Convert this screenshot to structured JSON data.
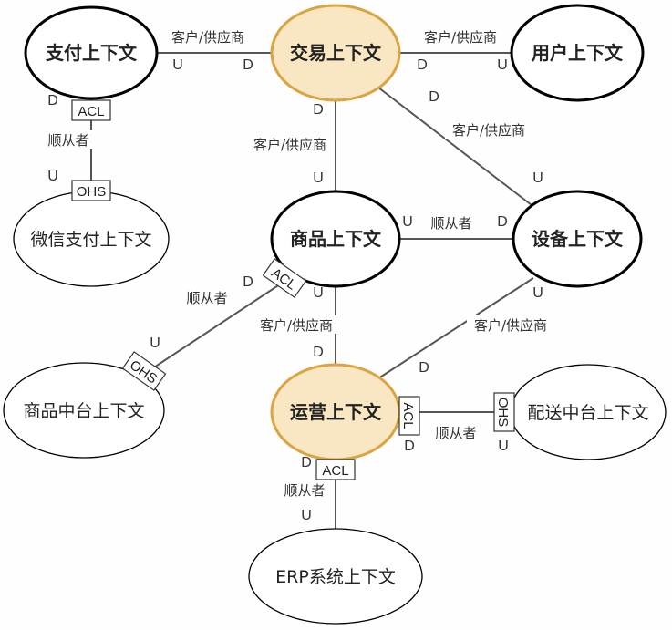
{
  "colors": {
    "line": "#555555",
    "node_stroke": "#000000",
    "core_fill": "#f9e6c2",
    "core_stroke": "#d9a441",
    "text": "#222222"
  },
  "nodes": {
    "zhifu": {
      "label": "支付上下文",
      "bold": true,
      "core": false,
      "thick": true
    },
    "jiaoyi": {
      "label": "交易上下文",
      "bold": true,
      "core": true,
      "thick": true
    },
    "yonghu": {
      "label": "用户上下文",
      "bold": true,
      "core": false,
      "thick": true
    },
    "weixin": {
      "label": "微信支付上下文",
      "bold": false,
      "core": false,
      "thick": false
    },
    "shangpin": {
      "label": "商品上下文",
      "bold": true,
      "core": false,
      "thick": true
    },
    "shebei": {
      "label": "设备上下文",
      "bold": true,
      "core": false,
      "thick": true
    },
    "zhongtai": {
      "label": "商品中台上下文",
      "bold": false,
      "core": false,
      "thick": false
    },
    "yunying": {
      "label": "运营上下文",
      "bold": true,
      "core": true,
      "thick": true
    },
    "peisong": {
      "label": "配送中台上下文",
      "bold": false,
      "core": false,
      "thick": false
    },
    "erp": {
      "label": "ERP系统上下文",
      "bold": false,
      "core": false,
      "thick": false
    }
  },
  "edges": [
    {
      "from": "zhifu",
      "to": "jiaoyi",
      "label": "客户/供应商"
    },
    {
      "from": "jiaoyi",
      "to": "yonghu",
      "label": "客户/供应商"
    },
    {
      "from": "jiaoyi",
      "to": "shangpin",
      "label": "客户/供应商"
    },
    {
      "from": "jiaoyi",
      "to": "shebei",
      "label": "客户/供应商"
    },
    {
      "from": "shangpin",
      "to": "shebei",
      "label": "顺从者"
    },
    {
      "from": "zhifu",
      "to": "weixin",
      "label": "顺从者"
    },
    {
      "from": "shangpin",
      "to": "zhongtai",
      "label": "顺从者"
    },
    {
      "from": "shangpin",
      "to": "yunying",
      "label": "客户/供应商"
    },
    {
      "from": "shebei",
      "to": "yunying",
      "label": "客户/供应商"
    },
    {
      "from": "yunying",
      "to": "peisong",
      "label": "顺从者"
    },
    {
      "from": "yunying",
      "to": "erp",
      "label": "顺从者"
    }
  ],
  "markers": [
    {
      "text": "U"
    },
    {
      "text": "D"
    },
    {
      "text": "D"
    },
    {
      "text": "U"
    },
    {
      "text": "D"
    },
    {
      "text": "U"
    },
    {
      "text": "D"
    },
    {
      "text": "U"
    },
    {
      "text": "U"
    },
    {
      "text": "D"
    },
    {
      "text": "D"
    },
    {
      "text": "U"
    },
    {
      "text": "D"
    },
    {
      "text": "U"
    },
    {
      "text": "U"
    },
    {
      "text": "D"
    },
    {
      "text": "U"
    },
    {
      "text": "D"
    },
    {
      "text": "D"
    },
    {
      "text": "U"
    },
    {
      "text": "D"
    },
    {
      "text": "U"
    }
  ],
  "tags": [
    {
      "text": "ACL"
    },
    {
      "text": "OHS"
    },
    {
      "text": "ACL"
    },
    {
      "text": "OHS"
    },
    {
      "text": "ACL"
    },
    {
      "text": "OHS"
    },
    {
      "text": "ACL"
    }
  ]
}
